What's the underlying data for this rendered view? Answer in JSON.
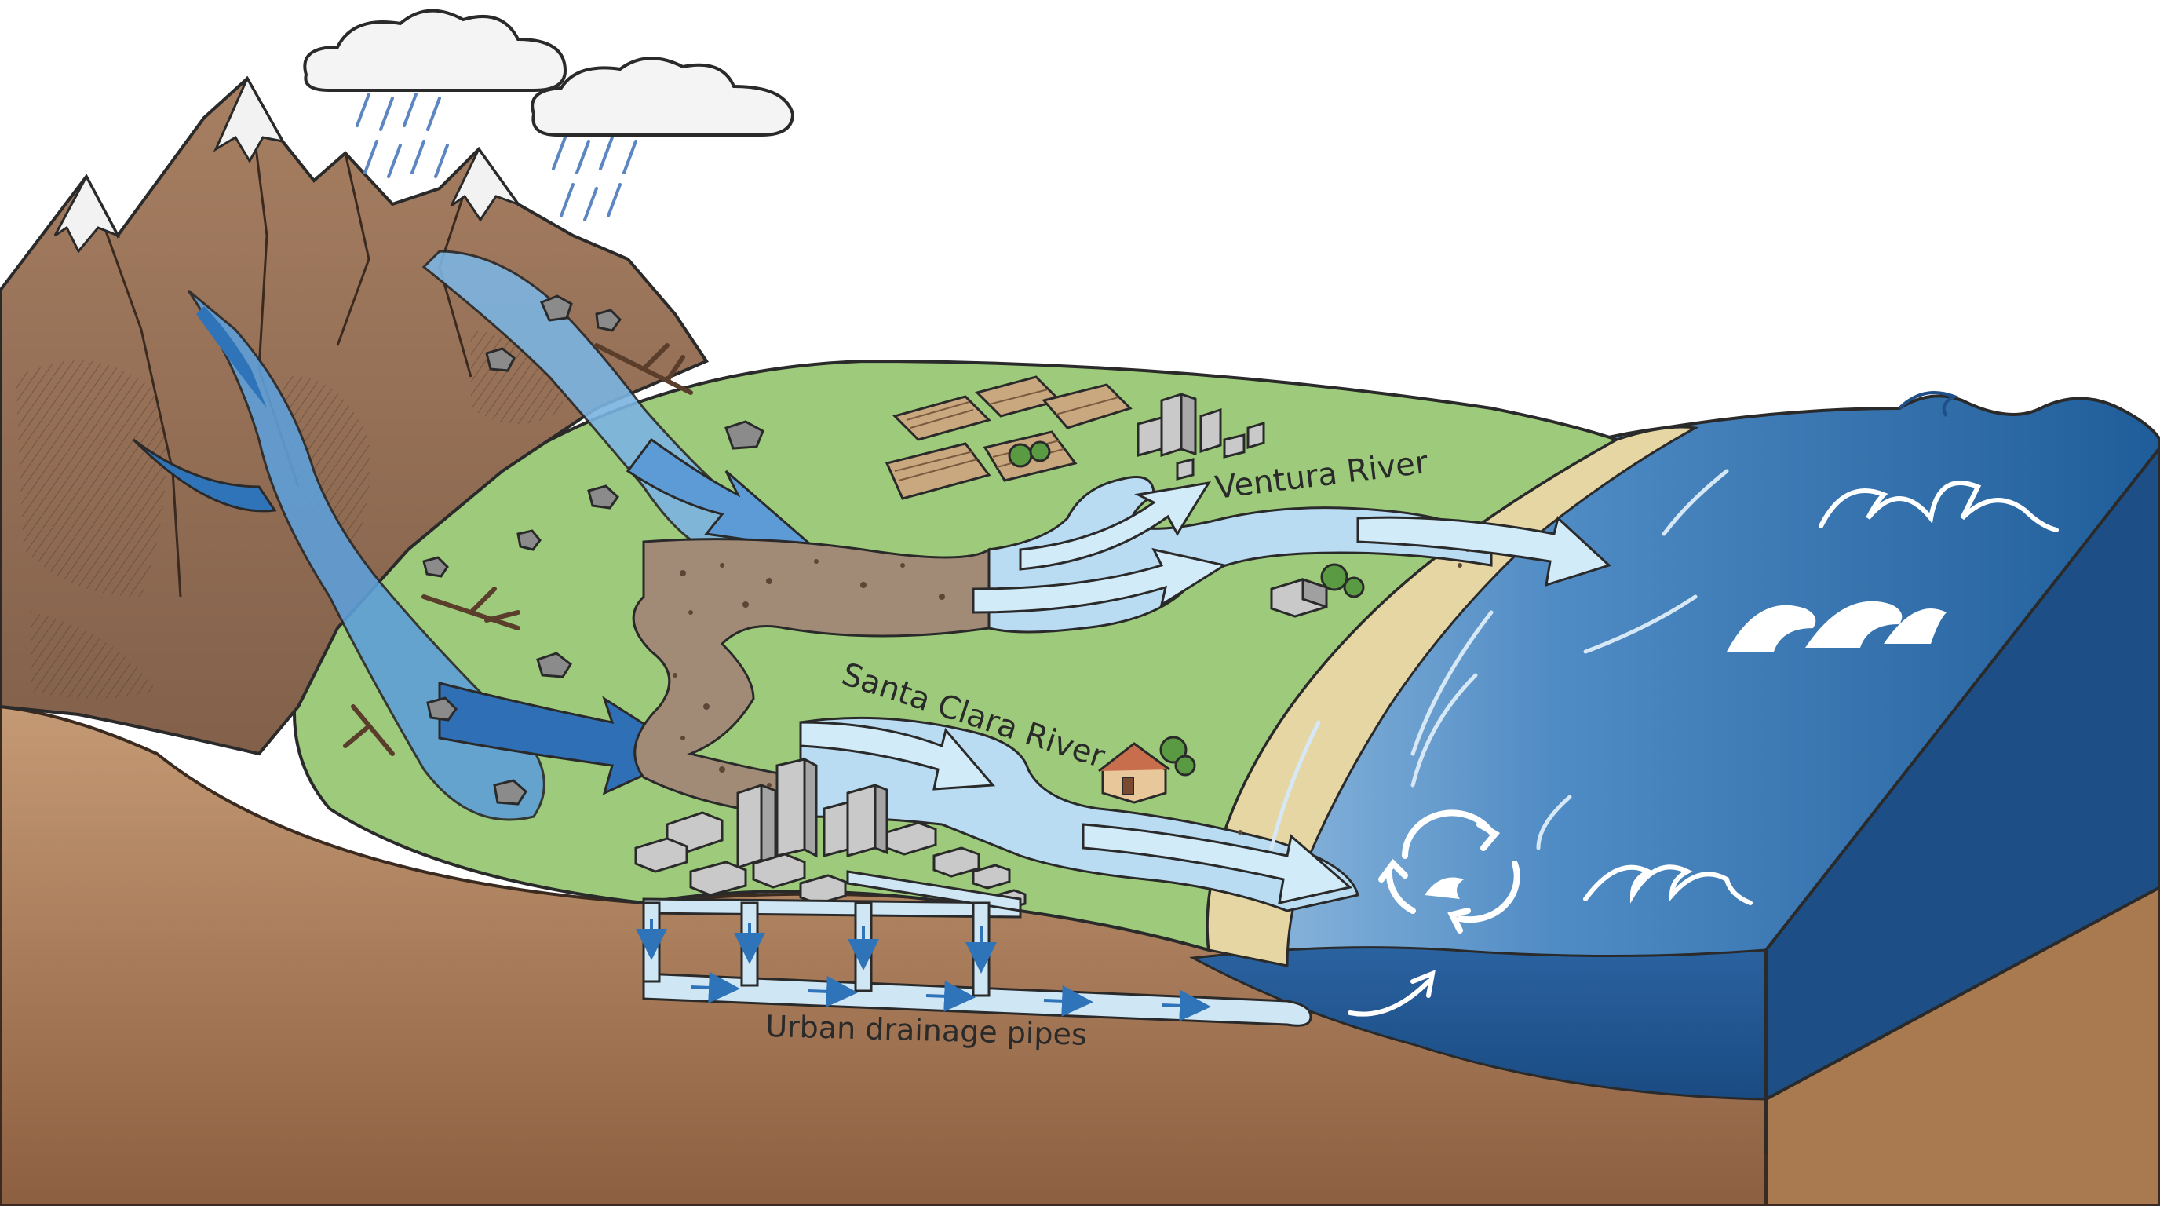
{
  "labels": {
    "ventura_river": "Ventura River",
    "santa_clara_river": "Santa Clara River",
    "urban_drainage": "Urban drainage pipes"
  },
  "icons": [
    "rain-cloud-icon",
    "circulation-arrows-icon",
    "wave-icon",
    "city-buildings-icon",
    "farm-fields-icon",
    "house-icon",
    "tree-icon",
    "boulder-icon",
    "fallen-log-icon"
  ],
  "colors": {
    "mountain": "#9a7559",
    "mountain_dark": "#7b5a43",
    "snow": "#f2f2f2",
    "plain": "#9cc97a",
    "soil_face": "#b88c68",
    "soil_dark": "#8a6146",
    "river_light": "#aed6ee",
    "river_dark": "#2f73b8",
    "ocean_top": "#2d6aa5",
    "ocean_side": "#1f4f88",
    "sand": "#e8d7a6",
    "sediment": "#8f7a67",
    "building": "#c9c9c9"
  }
}
